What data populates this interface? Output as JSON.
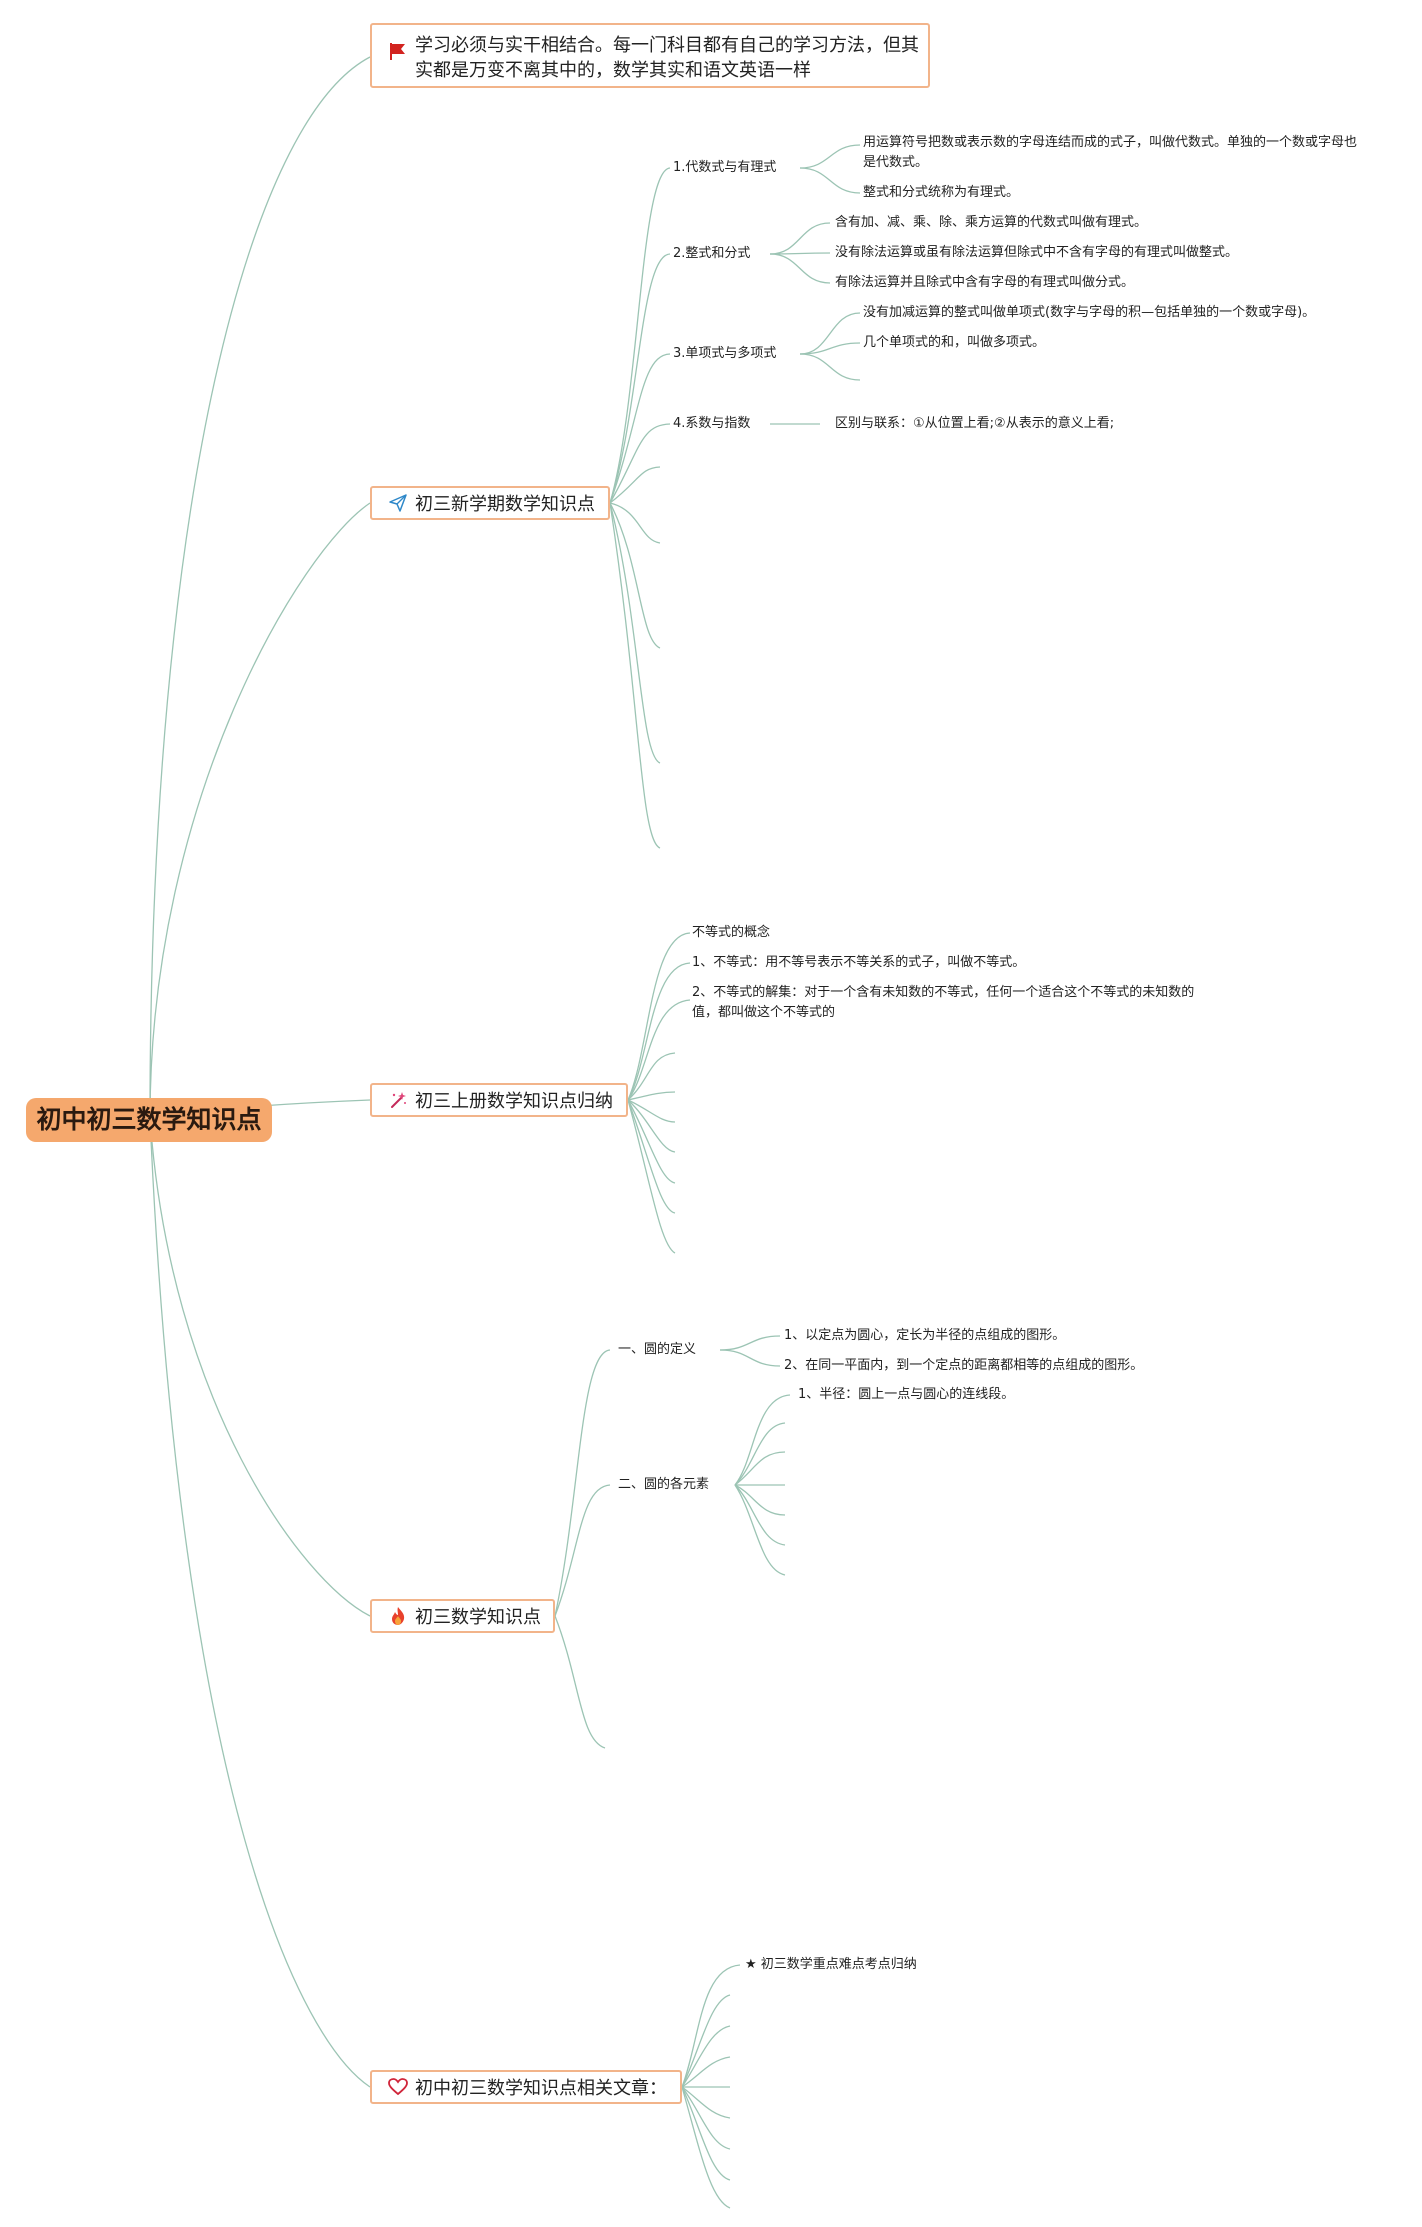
{
  "root": {
    "label": "初中初三数学知识点"
  },
  "intro": {
    "text": "学习必须与实干相结合。每一门科目都有自己的学习方法，但其实都是万变不离其中的，数学其实和语文英语一样"
  },
  "branches": {
    "b1": {
      "label": "初三新学期数学知识点"
    },
    "b2": {
      "label": "初三上册数学知识点归纳"
    },
    "b3": {
      "label": "初三数学知识点"
    },
    "b4": {
      "label": "初中初三数学知识点相关文章："
    }
  },
  "b1_topics": {
    "t1": {
      "label": "1.代数式与有理式",
      "leaves": [
        "用运算符号把数或表示数的字母连结而成的式子，叫做代数式。单独的一个数或字母也是代数式。",
        "整式和分式统称为有理式。"
      ]
    },
    "t2": {
      "label": "2.整式和分式",
      "leaves": [
        "含有加、减、乘、除、乘方运算的代数式叫做有理式。",
        "没有除法运算或虽有除法运算但除式中不含有字母的有理式叫做整式。",
        "有除法运算并且除式中含有字母的有理式叫做分式。"
      ]
    },
    "t3": {
      "label": "3.单项式与多项式",
      "leaves": [
        "没有加减运算的整式叫做单项式(数字与字母的积—包括单独的一个数或字母)。",
        "几个单项式的和，叫做多项式。"
      ]
    },
    "t4": {
      "label": "4.系数与指数",
      "leaves": [
        "区别与联系：①从位置上看;②从表示的意义上看;"
      ]
    }
  },
  "b2_items": [
    "不等式的概念",
    "1、不等式：用不等号表示不等关系的式子，叫做不等式。",
    "2、不等式的解集：对于一个含有未知数的不等式，任何一个适合这个不等式的未知数的值，都叫做这个不等式的"
  ],
  "b3_topics": {
    "t1": {
      "label": "一、圆的定义",
      "leaves": [
        "1、以定点为圆心，定长为半径的点组成的图形。",
        "2、在同一平面内，到一个定点的距离都相等的点组成的图形。"
      ]
    },
    "t2": {
      "label": "二、圆的各元素",
      "leaves": [
        "1、半径：圆上一点与圆心的连线段。"
      ]
    }
  },
  "b4_items": [
    "★ 初三数学重点难点考点归纳"
  ],
  "colors": {
    "line": "#9cc4b4",
    "root_fill": "#f5a86d",
    "border": "#f2b48a"
  },
  "icons": {
    "intro": "red-flag-icon",
    "b1": "paper-plane-icon",
    "b2": "magic-wand-icon",
    "b3": "fire-icon",
    "b4": "heart-icon"
  }
}
